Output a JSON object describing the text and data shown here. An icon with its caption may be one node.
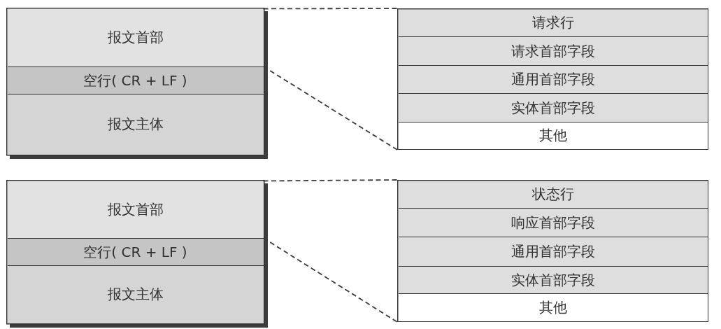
{
  "diagram": {
    "nodes": [
      {
        "text": [],
        "shape": "box"
      },
      {
        "text": [
          "报文首部"
        ],
        "in": 0
      },
      {
        "text": [
          "空行( CR + LF )"
        ],
        "in": 0
      },
      {
        "text": [
          "报文主体"
        ],
        "in": 0
      },
      {
        "text": [],
        "shape": "box"
      },
      {
        "text": [
          "请求行"
        ],
        "in": 4
      },
      {
        "text": [
          "请求首部字段"
        ],
        "in": 4
      },
      {
        "text": [
          "通用首部字段"
        ],
        "in": 4
      },
      {
        "text": [
          "实体首部字段"
        ],
        "in": 4
      },
      {
        "text": [
          "其他"
        ],
        "in": 4
      },
      {
        "text": [],
        "shape": "box"
      },
      {
        "text": [
          "报文首部"
        ],
        "in": 10
      },
      {
        "text": [
          "空行( CR + LF )"
        ],
        "in": 10
      },
      {
        "text": [
          "报文主体"
        ],
        "in": 10
      },
      {
        "text": [],
        "shape": "box"
      },
      {
        "text": [
          "状态行"
        ],
        "in": 14
      },
      {
        "text": [
          "响应首部字段"
        ],
        "in": 14
      },
      {
        "text": [
          "通用首部字段"
        ],
        "in": 14
      },
      {
        "text": [
          "实体首部字段"
        ],
        "in": 14
      },
      {
        "text": [
          "其他"
        ],
        "in": 14
      }
    ],
    "edges": [
      {
        "from": 1,
        "to": 4,
        "arrow": "none",
        "style": "dashed"
      },
      {
        "from": 1,
        "to": 4,
        "arrow": "none",
        "style": "dashed"
      },
      {
        "from": 11,
        "to": 14,
        "arrow": "none",
        "style": "dashed"
      },
      {
        "from": 11,
        "to": 14,
        "arrow": "none",
        "style": "dashed"
      }
    ]
  }
}
